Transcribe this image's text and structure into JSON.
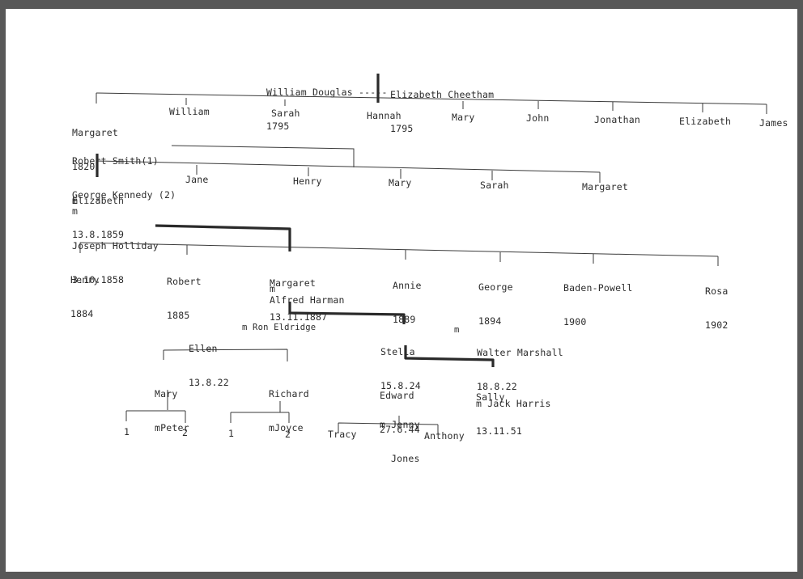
{
  "founders": {
    "husband": {
      "name": "William Douglas -----",
      "year": "1795"
    },
    "wife": {
      "name": "Elizabeth Cheetham",
      "year": "1795"
    }
  },
  "gen1": {
    "margaret": {
      "name": "Margaret",
      "year": "1820",
      "m": "m"
    },
    "spouses": {
      "first": "Robert Smith(1)",
      "second": "George Kennedy (2)"
    },
    "siblings": [
      "William",
      "Sarah",
      "Hannah",
      "Mary",
      "John",
      "Jonathan",
      "Elizabeth",
      "James"
    ]
  },
  "gen2": {
    "elizabeth": {
      "name": "Elizabeth",
      "date": "13.8.1859",
      "m": "m"
    },
    "spouse": {
      "name": "Joseph Holliday",
      "date": "3.10.1858"
    },
    "siblings": [
      "Jane",
      "Henry",
      "Mary",
      "Sarah",
      "Margaret"
    ]
  },
  "gen3": {
    "children": [
      {
        "name": "Henry",
        "year": "1884"
      },
      {
        "name": "Robert",
        "year": "1885"
      },
      {
        "name": "Margaret",
        "year": "13.11.1887"
      },
      {
        "name": "Annie",
        "year": "1889"
      },
      {
        "name": "George",
        "year": "1894"
      },
      {
        "name": "Baden-Powell",
        "year": "1900"
      },
      {
        "name": "Rosa",
        "year": "1902"
      }
    ],
    "m": "m",
    "spouse": "Alfred Harman"
  },
  "gen4": {
    "ellen": {
      "name": "Ellen",
      "date": "13.8.22",
      "spouse": "m Ron Eldridge"
    },
    "stella": {
      "name": "Stella",
      "date": "15.8.24",
      "m": "m"
    },
    "walter": {
      "name": "Walter Marshall",
      "date": "18.8.22"
    }
  },
  "gen5": {
    "mary": {
      "name": "Mary",
      "spouse": "mPeter"
    },
    "richard": {
      "name": "Richard",
      "spouse": "mJoyce"
    },
    "edward": {
      "name": "Edward",
      "date": "27.6.44",
      "spouse1": "m Jenny",
      "spouse2": "Jones"
    },
    "sally": {
      "name": "Sally",
      "date": "13.11.51",
      "spouse": "m Jack Harris"
    }
  },
  "gen6": {
    "mary_children": [
      "1",
      "2"
    ],
    "richard_children": [
      "1",
      "2"
    ],
    "edward_children": [
      "Tracy",
      "Anthony"
    ]
  }
}
